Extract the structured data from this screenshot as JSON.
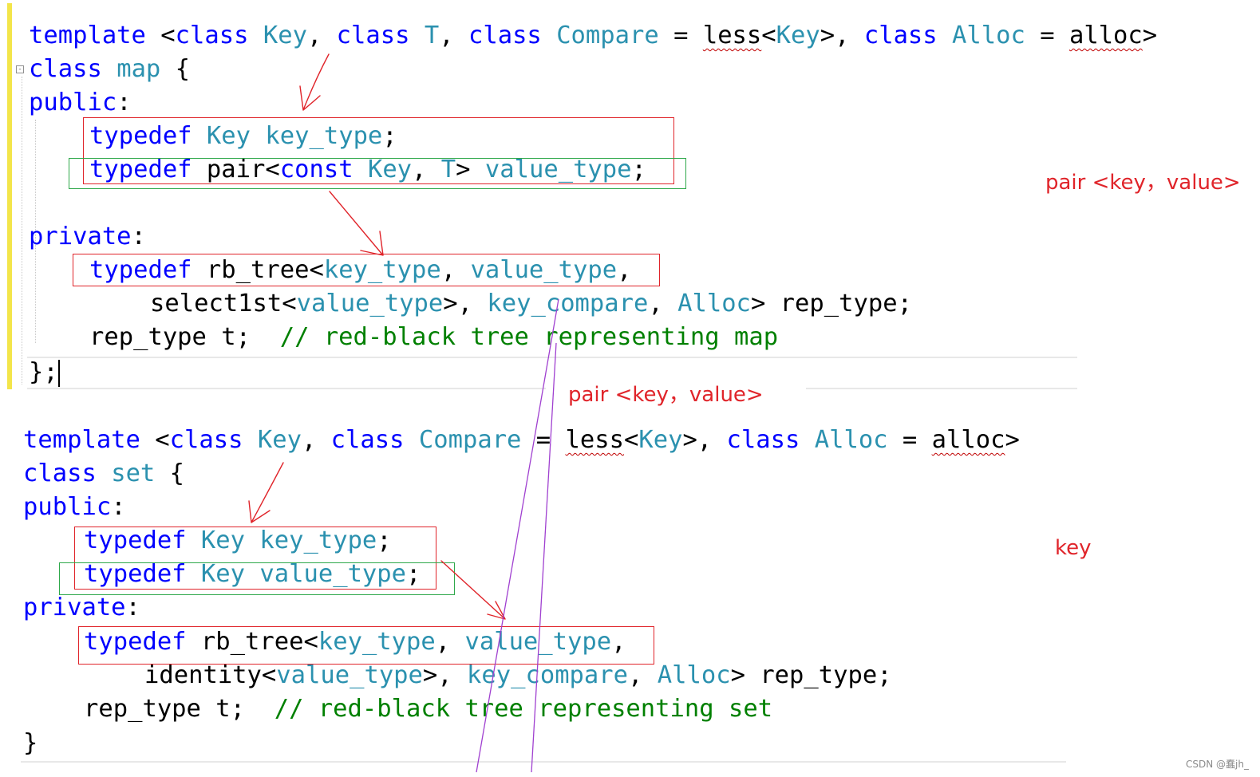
{
  "map_block": {
    "line1": {
      "kw1": "template",
      "p1": " <",
      "kw2": "class",
      "p2": " ",
      "ty1": "Key",
      "p3": ", ",
      "kw3": "class",
      "p4": " ",
      "ty2": "T",
      "p5": ", ",
      "kw4": "class",
      "p6": " ",
      "ty3": "Compare",
      "p7": " = ",
      "tx1": "less",
      "p8": "<",
      "ty4": "Key",
      "p9": ">, ",
      "kw5": "class",
      "p10": " ",
      "ty5": "Alloc",
      "p11": " = ",
      "tx2": "alloc",
      "p12": ">"
    },
    "line2": {
      "kw1": "class",
      "p1": " ",
      "ty1": "map",
      "p2": " {"
    },
    "line3": {
      "kw1": "public",
      "p1": ":"
    },
    "line4": {
      "kw1": "typedef",
      "p1": " ",
      "ty1": "Key",
      "p2": " ",
      "ty2": "key_type",
      "p3": ";"
    },
    "line5": {
      "kw1": "typedef",
      "p1": " ",
      "tx1": "pair",
      "p2": "<",
      "kw2": "const",
      "p3": " ",
      "ty1": "Key",
      "p4": ", ",
      "ty2": "T",
      "p5": "> ",
      "ty3": "value_type",
      "p6": ";"
    },
    "line6": {
      "kw1": "private",
      "p1": ":"
    },
    "line7": {
      "kw1": "typedef",
      "p1": " ",
      "tx1": "rb_tree",
      "p2": "<",
      "ty1": "key_type",
      "p3": ", ",
      "ty2": "value_type",
      "p4": ","
    },
    "line8": {
      "tx1": "select1st",
      "p1": "<",
      "ty1": "value_type",
      "p2": ">, ",
      "ty2": "key_compare",
      "p3": ", ",
      "ty3": "Alloc",
      "p4": "> ",
      "tx2": "rep_type",
      "p5": ";"
    },
    "line9": {
      "tx1": "rep_type t;",
      "p1": "  ",
      "cm1": "// red-black tree representing map"
    },
    "line10": {
      "p1": "};"
    }
  },
  "set_block": {
    "line1": {
      "kw1": "template",
      "p1": " <",
      "kw2": "class",
      "p2": " ",
      "ty1": "Key",
      "p3": ", ",
      "kw3": "class",
      "p4": " ",
      "ty2": "Compare",
      "p5": " = ",
      "tx1": "less",
      "p6": "<",
      "ty3": "Key",
      "p7": ">, ",
      "kw4": "class",
      "p8": " ",
      "ty4": "Alloc",
      "p9": " = ",
      "tx2": "alloc",
      "p10": ">"
    },
    "line2": {
      "kw1": "class",
      "p1": " ",
      "ty1": "set",
      "p2": " {"
    },
    "line3": {
      "kw1": "public",
      "p1": ":"
    },
    "line4": {
      "kw1": "typedef",
      "p1": " ",
      "ty1": "Key",
      "p2": " ",
      "ty2": "key_type",
      "p3": ";"
    },
    "line5": {
      "kw1": "typedef",
      "p1": " ",
      "ty1": "Key",
      "p2": " ",
      "ty2": "value_type",
      "p3": ";"
    },
    "line6": {
      "kw1": "private",
      "p1": ":"
    },
    "line7": {
      "kw1": "typedef",
      "p1": " ",
      "tx1": "rb_tree",
      "p2": "<",
      "ty1": "key_type",
      "p3": ", ",
      "ty2": "value_type",
      "p4": ","
    },
    "line8": {
      "tx1": "identity",
      "p1": "<",
      "ty1": "value_type",
      "p2": ">, ",
      "ty2": "key_compare",
      "p3": ", ",
      "ty3": "Alloc",
      "p4": "> ",
      "tx2": "rep_type",
      "p5": ";"
    },
    "line9": {
      "tx1": "rep_type t;",
      "p1": "  ",
      "cm1": "// red-black tree representing set"
    },
    "line10": {
      "p1": "}"
    }
  },
  "annotations": {
    "map_value_note": "pair <key，value>",
    "middle_value_note": "pair <key，value>",
    "set_value_note": "key"
  },
  "fold_marker": "-",
  "watermark": "CSDN @蠢jh_",
  "colors": {
    "keyword": "#0000ff",
    "type": "#2b91af",
    "comment": "#008000",
    "highlight_box": "#e0242a",
    "value_box": "#2ea84a",
    "purple_line": "#a040d0",
    "gutter": "#f3e54a"
  }
}
